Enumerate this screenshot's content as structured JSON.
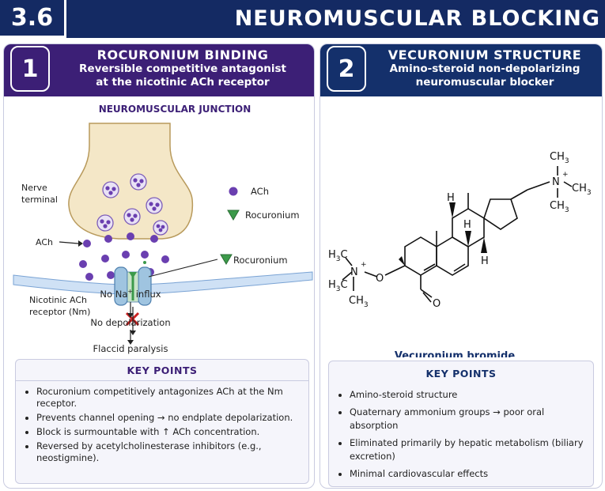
{
  "header": {
    "number": "3.6",
    "title": "NEUROMUSCULAR BLOCKING"
  },
  "panel1": {
    "number": "1",
    "title": "ROCURONIUM BINDING",
    "subtitle_line1": "Reversible competitive antagonist",
    "subtitle_line2": "at the nicotinic ACh receptor",
    "diagram_title": "NEUROMUSCULAR JUNCTION",
    "labels": {
      "nerve_line1": "Nerve",
      "nerve_line2": "terminal",
      "ach_arrow": "ACh",
      "legend_ach": "ACh",
      "legend_rocuronium": "Rocuronium",
      "rocuronium_callout": "Rocuronium",
      "receptor_line1": "Nicotinic ACh",
      "receptor_line2": "receptor (Nm)",
      "flow_1_pre": "No Na",
      "flow_1_sup": "+",
      "flow_1_post": " influx",
      "flow_2": "No depolarization",
      "flow_3": "Flaccid paralysis"
    },
    "key_points_title": "KEY POINTS",
    "key_points": [
      "Rocuronium competitively antagonizes ACh at the Nm receptor.",
      "Prevents channel opening → no endplate depolarization.",
      "Block is surmountable with ↑ ACh concentration.",
      "Reversed by acetylcholinesterase inhibitors (e.g., neostigmine)."
    ]
  },
  "panel2": {
    "number": "2",
    "title": "VECURONIUM STRUCTURE",
    "subtitle_line1": "Amino-steroid non-depolarizing",
    "subtitle_line2": "neuromuscular blocker",
    "structure": {
      "ch3": "CH",
      "sub3": "3",
      "h3c": "H",
      "h3c_c": "C",
      "n": "N",
      "plus": "+",
      "o": "O",
      "h": "H",
      "caption": "Vecuronium bromide"
    },
    "key_points_title": "KEY POINTS",
    "key_points": [
      "Amino-steroid structure",
      "Quaternary ammonium groups → poor oral absorption",
      "Eliminated primarily by hepatic metabolism (biliary excretion)",
      "Minimal cardiovascular effects"
    ]
  },
  "colors": {
    "header_navy": "#142a63",
    "panel1_purple": "#3c1f76",
    "panel2_navy": "#14306b",
    "ach_purple": "#6a3fb0",
    "rocuronium_green": "#3c9a4a",
    "block_red": "#cc2020"
  }
}
